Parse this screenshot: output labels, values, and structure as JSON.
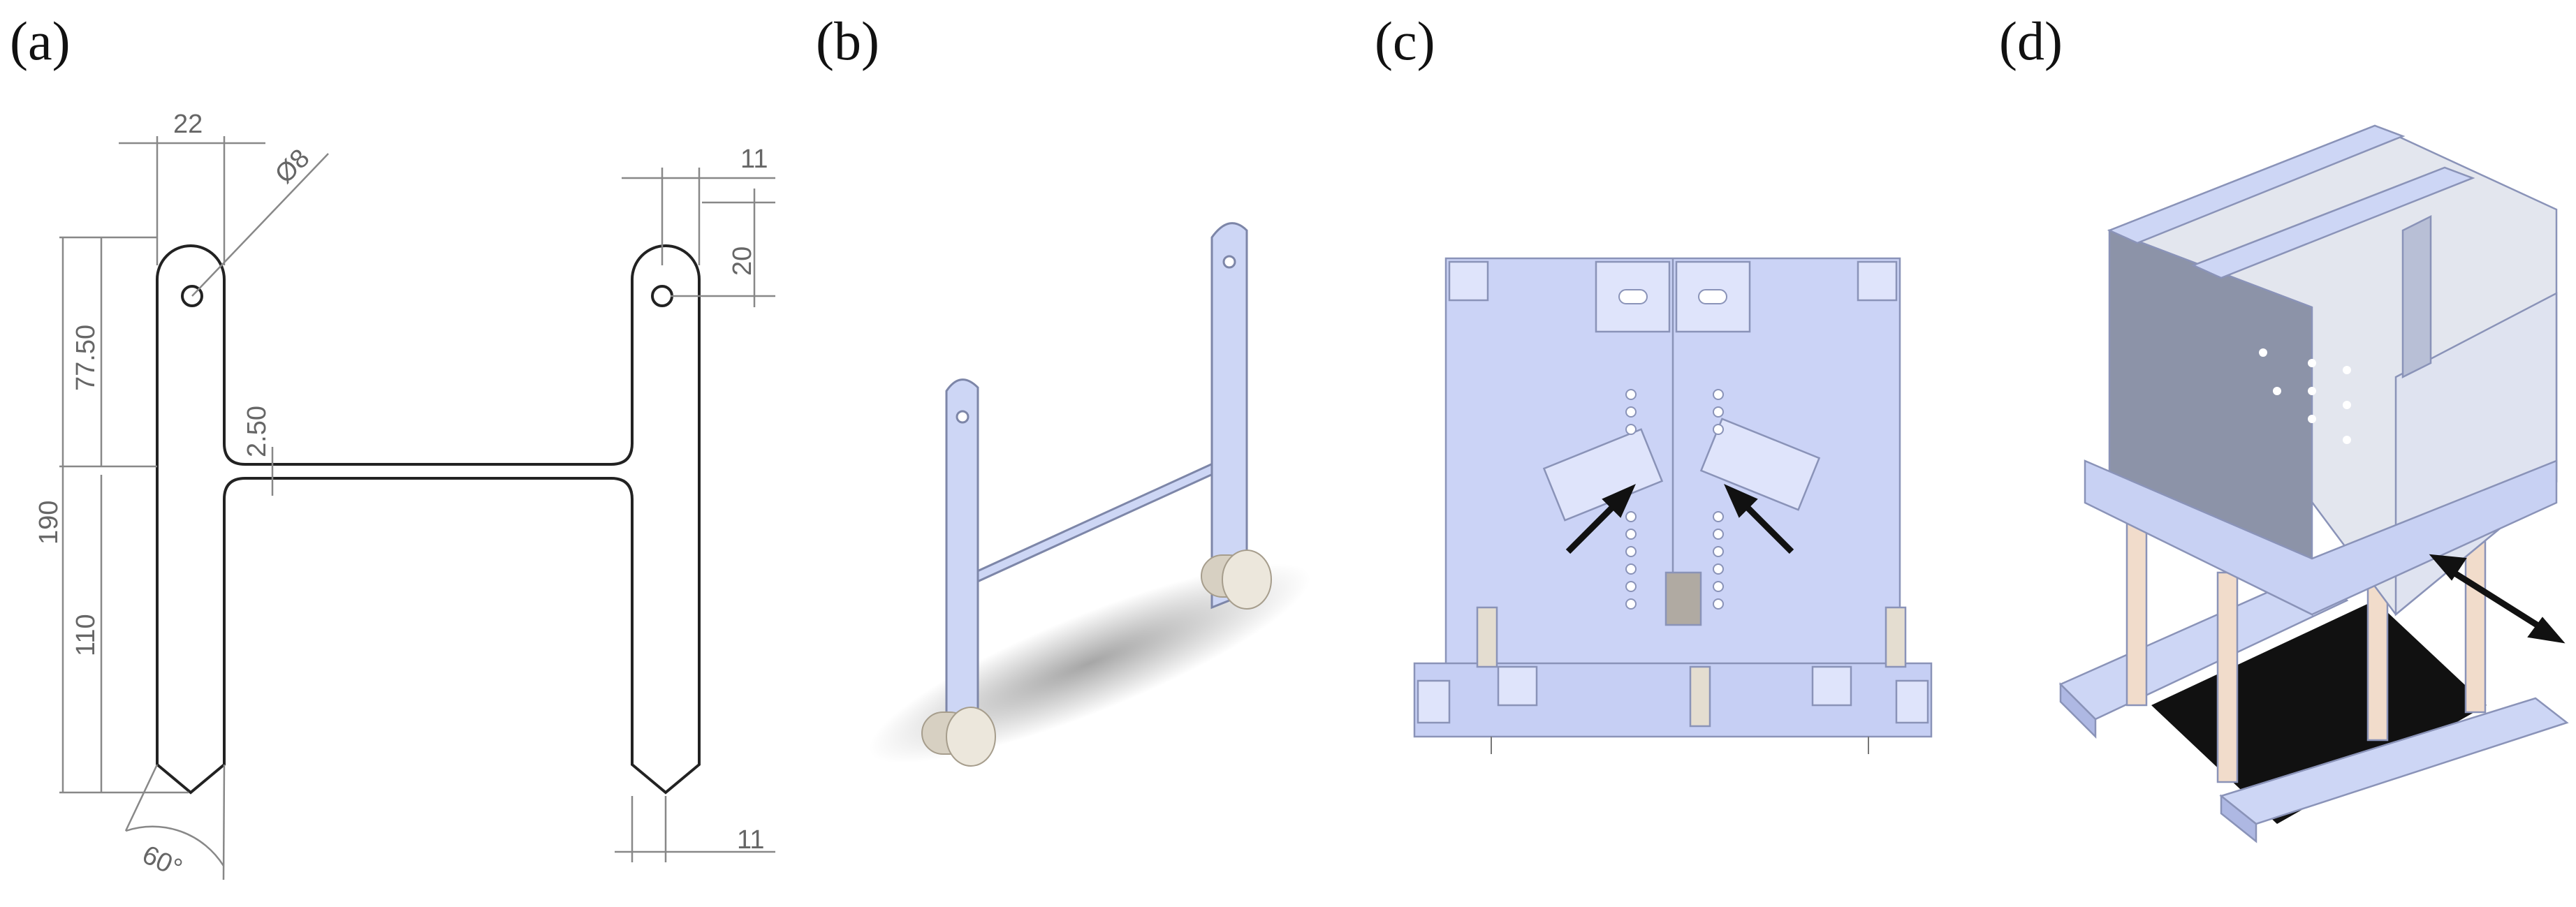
{
  "panels": {
    "a": {
      "label": "(a)",
      "dims": {
        "top_width": "22",
        "hole_dia": "Ø8",
        "right_width": "11",
        "hole_offset": "20",
        "upper_height": "77.50",
        "bar_thickness": "2.50",
        "total_height": "190",
        "lower_height": "110",
        "tip_angle": "60°",
        "bottom_width": "11"
      }
    },
    "b": {
      "label": "(b)"
    },
    "c": {
      "label": "(c)"
    },
    "d": {
      "label": "(d)"
    }
  },
  "colors": {
    "part_fill": "#cdd6f5",
    "part_stroke": "#7d86a8",
    "plate_fill": "#c9d2f6",
    "wheel": "#e8e2d6",
    "gray_plate": "#8a91a6",
    "wood": "#f1dccb"
  }
}
